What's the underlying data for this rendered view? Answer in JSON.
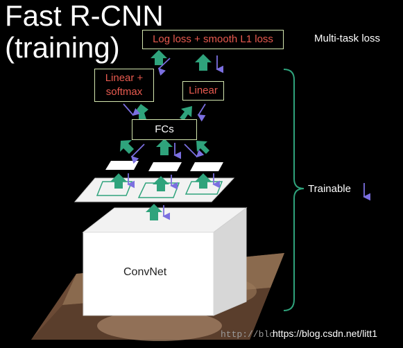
{
  "title": {
    "line1": "Fast R-CNN",
    "line2": "(training)"
  },
  "labels": {
    "loss": "Log loss + smooth L1 loss",
    "multitask": "Multi-task loss",
    "linear_softmax_1": "Linear +",
    "linear_softmax_2": "softmax",
    "linear": "Linear",
    "fcs": "FCs",
    "trainable": "Trainable",
    "convnet": "ConvNet"
  },
  "footer": {
    "watermark": "http://blo",
    "url": "https://blog.csdn.net/litt1"
  },
  "colors": {
    "box_border": "#d5e8b0",
    "box_text": "#e85a4f",
    "up_arrow": "#2fa37c",
    "down_arrow": "#7b6fe0",
    "bracket": "#2fa37c"
  }
}
